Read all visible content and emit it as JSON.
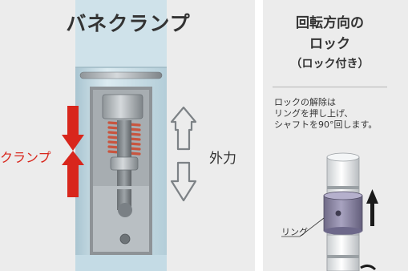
{
  "left": {
    "title": "バネクランプ",
    "clamp_label": "クランプ",
    "external_force_label": "外力"
  },
  "right": {
    "title_line1": "回転方向の",
    "title_line2": "ロック",
    "title_line3": "（ロック付き）",
    "note_line1": "ロックの解除は",
    "note_line2": "リングを押し上げ、",
    "note_line3": "シャフトを90°回します。",
    "ring_label": "リング"
  },
  "colors": {
    "clamp_arrow": "#d8261c",
    "tube": "#c8dde6",
    "spring": "#d9725e"
  }
}
